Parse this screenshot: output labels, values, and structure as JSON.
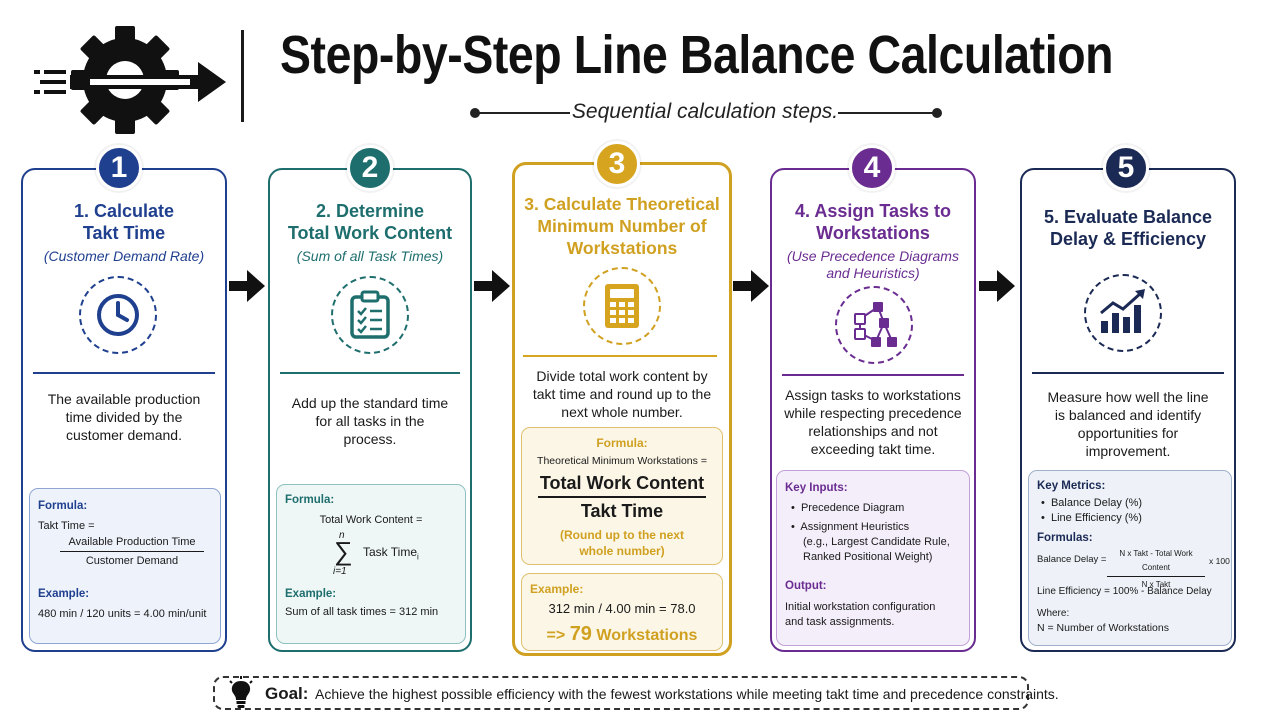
{
  "header": {
    "title": "Step-by-Step Line Balance Calculation",
    "subtitle": "Sequential calculation steps."
  },
  "icons": {
    "logo": "gear-arrow-icon",
    "step1": "clock-icon",
    "step2": "clipboard-checklist-icon",
    "step3": "calculator-icon",
    "step4": "flow-diagram-icon",
    "step5": "bar-chart-trend-icon",
    "goal": "lightbulb-icon"
  },
  "colors": {
    "step1": "#1f3f8f",
    "step2": "#1e6e6e",
    "step3": "#d0a020",
    "step4": "#6a2c91",
    "step5": "#1b2a55"
  },
  "steps": [
    {
      "number": "1",
      "title_line1": "1. Calculate",
      "title_line2": "Takt Time",
      "subtitle": "(Customer Demand Rate)",
      "desc_line1": "The available production",
      "desc_line2": "time divided by the",
      "desc_line3": "customer demand.",
      "formula_label": "Formula:",
      "formula_lhs": "Takt Time =",
      "formula_num": "Available Production Time",
      "formula_den": "Customer Demand",
      "example_label": "Example:",
      "example_text": "480 min / 120 units = 4.00 min/unit"
    },
    {
      "number": "2",
      "title_line1": "2. Determine",
      "title_line2": "Total Work Content",
      "subtitle": "(Sum of all Task Times)",
      "desc_line1": "Add up the standard time",
      "desc_line2": "for all tasks in the",
      "desc_line3": "process.",
      "formula_label": "Formula:",
      "formula_lhs": "Total Work Content =",
      "sum_top": "n",
      "sum_symbol": "∑",
      "sum_bottom": "i=1",
      "sum_term": "Task Time",
      "sum_sub": "i",
      "example_label": "Example:",
      "example_text": "Sum of all task times = 312 min"
    },
    {
      "number": "3",
      "title_line1": "3. Calculate Theoretical",
      "title_line2": "Minimum Number of",
      "title_line3": "Workstations",
      "desc_line1": "Divide total work content by",
      "desc_line2": "takt time and round up to the",
      "desc_line3": "next whole number.",
      "formula_label": "Formula:",
      "formula_lhs": "Theoretical Minimum Workstations =",
      "formula_num": "Total Work Content",
      "formula_den": "Takt Time",
      "round_note_line1": "(Round up to the next",
      "round_note_line2": "whole number)",
      "example_label": "Example:",
      "example_text": "312 min / 4.00 min = 78.0",
      "result_prefix": "=>",
      "result_number": "79",
      "result_word": "Workstations"
    },
    {
      "number": "4",
      "title_line1": "4. Assign Tasks to",
      "title_line2": "Workstations",
      "subtitle_line1": "(Use Precedence Diagrams",
      "subtitle_line2": "and Heuristics)",
      "desc_line1": "Assign tasks to workstations",
      "desc_line2": "while respecting precedence",
      "desc_line3": "relationships and not",
      "desc_line4": "exceeding takt time.",
      "inputs_label": "Key Inputs:",
      "input1": "Precedence Diagram",
      "input2": "Assignment Heuristics",
      "input2_detail1": "(e.g., Largest Candidate Rule,",
      "input2_detail2": "Ranked Positional Weight)",
      "output_label": "Output:",
      "output_line1": "Initial workstation configuration",
      "output_line2": "and task assignments."
    },
    {
      "number": "5",
      "title_line1": "5. Evaluate Balance",
      "title_line2": "Delay & Efficiency",
      "desc_line1": "Measure how well the line",
      "desc_line2": "is balanced and identify",
      "desc_line3": "opportunities for",
      "desc_line4": "improvement.",
      "metrics_label": "Key Metrics:",
      "metric1": "Balance Delay (%)",
      "metric2": "Line Efficiency (%)",
      "formulas_label": "Formulas:",
      "bd_lhs": "Balance Delay =",
      "bd_num": "N x Takt - Total Work Content",
      "bd_den": "N x Takt",
      "bd_mult": "x 100",
      "le_formula": "Line Efficiency = 100% - Balance Delay",
      "where_label": "Where:",
      "where_text": "N = Number of Workstations"
    }
  ],
  "goal": {
    "label": "Goal:",
    "text": "Achieve the highest possible efficiency with the fewest workstations while meeting takt time and precedence constraints."
  }
}
